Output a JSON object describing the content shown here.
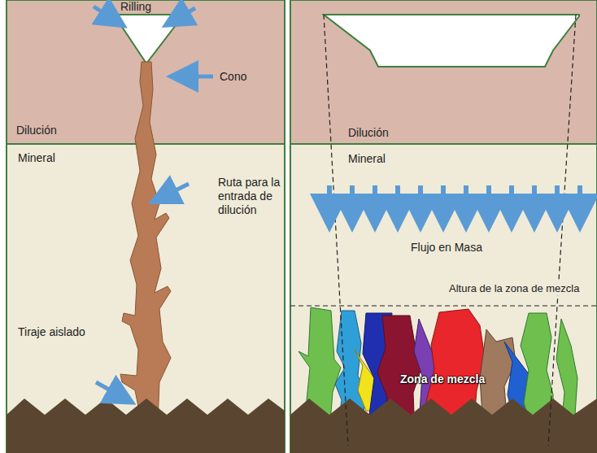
{
  "diagram": {
    "labels": [
      "Rilling",
      "Cono",
      "Dilución",
      "Mineral",
      "Ruta para la entrada de dilución",
      "Tiraje aislado",
      "Dilución",
      "Mineral",
      "Flujo en Masa",
      "Altura de la zona de mezcla",
      "Zona de mezcla"
    ]
  }
}
